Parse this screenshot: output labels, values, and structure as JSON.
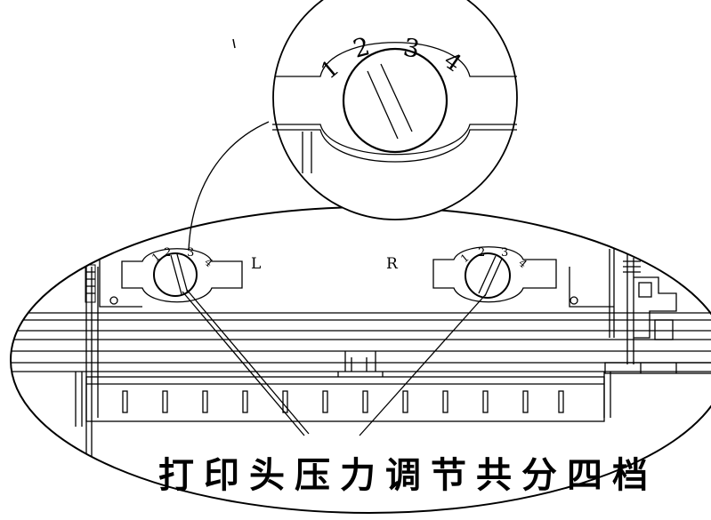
{
  "caption": "打印头压力调节共分四档",
  "labels": {
    "left": "L",
    "right": "R"
  },
  "zoom_scale": [
    "1",
    "2",
    "3",
    "4"
  ],
  "left_scale": [
    "1",
    "2",
    "3",
    "4"
  ],
  "right_scale": [
    "1",
    "2",
    "3",
    "4"
  ],
  "colors": {
    "line": "#000000",
    "background": "#ffffff"
  }
}
